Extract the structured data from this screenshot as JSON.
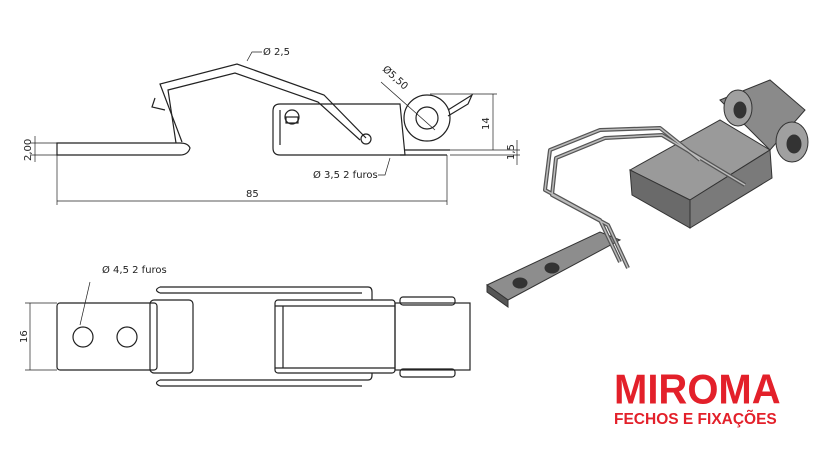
{
  "side_view": {
    "wire_diameter": "Ø 2,5",
    "pin_diameter": "Ø5,50",
    "holes_note": "Ø 3,5  2 furos",
    "length": "85",
    "height": "14",
    "base_thickness": "1,5",
    "plate_thickness": "2,00"
  },
  "top_view": {
    "holes_note": "Ø 4,5  2 furos",
    "width": "16"
  },
  "logo": {
    "name": "MIROMA",
    "tagline": "FECHOS E FIXAÇÕES",
    "color": "#e3202a"
  }
}
